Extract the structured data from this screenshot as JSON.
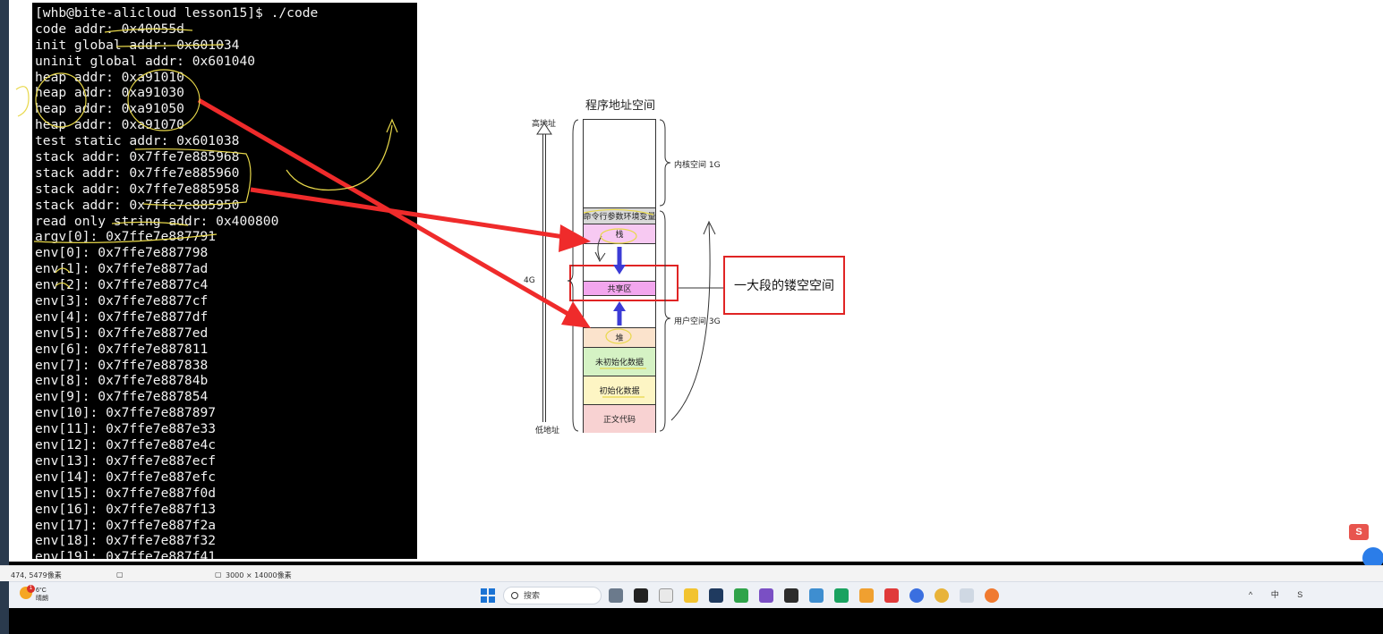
{
  "terminal": {
    "lines": [
      "[whb@bite-alicloud lesson15]$ ./code",
      "code addr: 0x40055d",
      "init global addr: 0x601034",
      "uninit global addr: 0x601040",
      "heap addr: 0xa91010",
      "heap addr: 0xa91030",
      "heap addr: 0xa91050",
      "heap addr: 0xa91070",
      "test static addr: 0x601038",
      "stack addr: 0x7ffe7e885968",
      "stack addr: 0x7ffe7e885960",
      "stack addr: 0x7ffe7e885958",
      "stack addr: 0x7ffe7e885950",
      "read only string addr: 0x400800",
      "argv[0]: 0x7ffe7e887791",
      "env[0]: 0x7ffe7e887798",
      "env[1]: 0x7ffe7e8877ad",
      "env[2]: 0x7ffe7e8877c4",
      "env[3]: 0x7ffe7e8877cf",
      "env[4]: 0x7ffe7e8877df",
      "env[5]: 0x7ffe7e8877ed",
      "env[6]: 0x7ffe7e887811",
      "env[7]: 0x7ffe7e887838",
      "env[8]: 0x7ffe7e88784b",
      "env[9]: 0x7ffe7e887854",
      "env[10]: 0x7ffe7e887897",
      "env[11]: 0x7ffe7e887e33",
      "env[12]: 0x7ffe7e887e4c",
      "env[13]: 0x7ffe7e887ecf",
      "env[14]: 0x7ffe7e887efc",
      "env[15]: 0x7ffe7e887f0d",
      "env[16]: 0x7ffe7e887f13",
      "env[17]: 0x7ffe7e887f2a",
      "env[18]: 0x7ffe7e887f32",
      "env[19]: 0x7ffe7e887f41"
    ]
  },
  "diagram": {
    "title": "程序地址空间",
    "high_addr": "高地址",
    "low_addr": "低地址",
    "total": "4G",
    "kernel_label": "内核空间 1G",
    "user_label": "用户空间 3G",
    "callout": "一大段的镂空空间",
    "segments": [
      {
        "label": "",
        "color": "#ffffff"
      },
      {
        "label": "命令行参数环境变量",
        "color": "#d9d9d9"
      },
      {
        "label": "栈",
        "color": "#f7c9f2"
      },
      {
        "label": "",
        "color": "#ffffff"
      },
      {
        "label": "共享区",
        "color": "#f2a6ee"
      },
      {
        "label": "",
        "color": "#ffffff"
      },
      {
        "label": "堆",
        "color": "#fbe3cc"
      },
      {
        "label": "未初始化数据",
        "color": "#d5f2c4"
      },
      {
        "label": "初始化数据",
        "color": "#fdf5c4"
      },
      {
        "label": "正文代码",
        "color": "#f8d2d2"
      }
    ]
  },
  "status_bar": {
    "cursor": "474, 5479像素",
    "size": "3000 × 14000像素"
  },
  "taskbar": {
    "weather_temp": "6°C",
    "weather_desc": "晴朗",
    "weather_badge": "1",
    "search_placeholder": "搜索",
    "tray_text": "^ 中 S",
    "corner_widget": "S"
  },
  "colors": {
    "annotation_red": "#ef2b2b",
    "annotation_yellow": "#e8d84a",
    "callout_border": "#e02424"
  }
}
